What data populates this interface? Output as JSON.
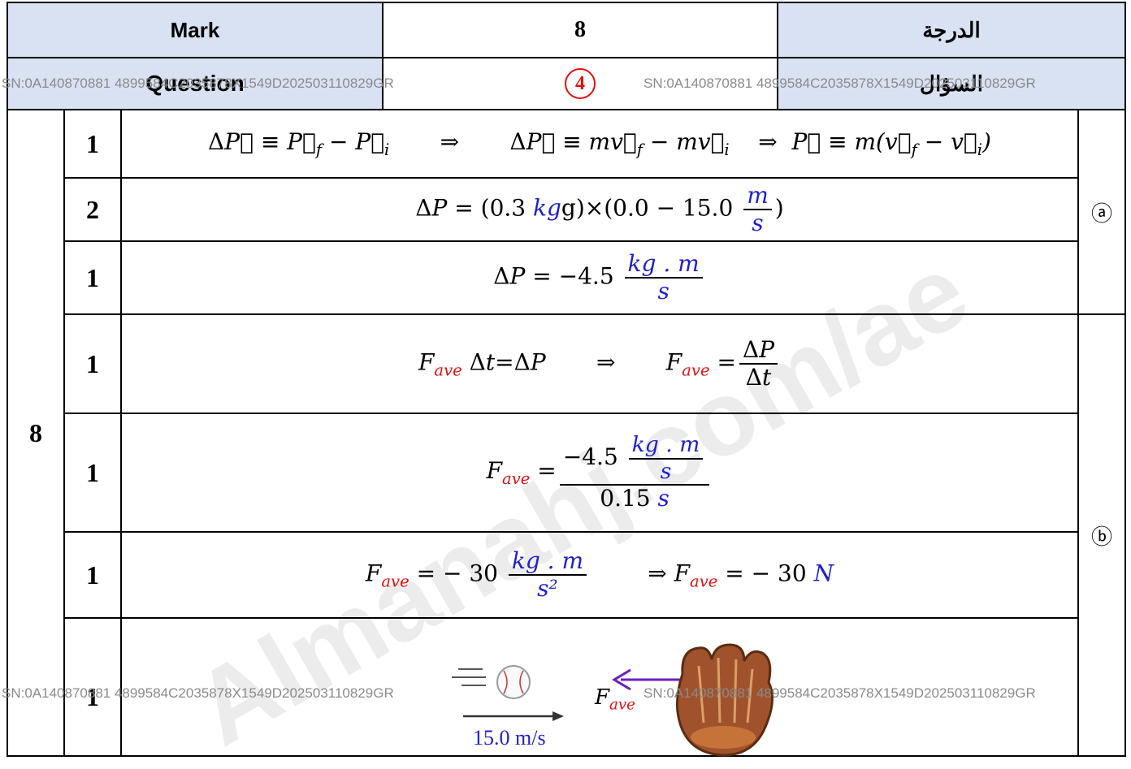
{
  "header": {
    "mark_label": "Mark",
    "mark_value": "8",
    "mark_label_ar": "الدرجة",
    "question_label": "Question",
    "question_number": "4",
    "question_label_ar": "السؤال"
  },
  "serial": "SN:0A140870881 4899584C2035878X1549D202503110829GR",
  "total_mark": "8",
  "parts": [
    {
      "label": "ⓐ"
    },
    {
      "label": "ⓑ"
    }
  ],
  "rows": [
    {
      "mark": "1"
    },
    {
      "mark": "2"
    },
    {
      "mark": "1"
    },
    {
      "mark": "1"
    },
    {
      "mark": "1"
    },
    {
      "mark": "1"
    },
    {
      "mark": "1"
    }
  ],
  "equations": {
    "r2_value1": "(0.3",
    "r2_unit_kg": "kg",
    "r2_rest": ")×(0.0 − 15.0",
    "r2_num": "m",
    "r2_den": "s",
    "r3_value": "−4.5",
    "r3_num": "kg . m",
    "r3_den": "s",
    "r5_num_value": "−4.5",
    "r5_den": "0.15",
    "r6_value": "− 30",
    "r6_den": "s²",
    "r6_result": "− 30",
    "r6_unit": "N"
  },
  "figure": {
    "speed_label": "15.0 m/s",
    "force_label": "F",
    "force_sub": "ave"
  },
  "watermark_text": "Almanahj.com/ae"
}
